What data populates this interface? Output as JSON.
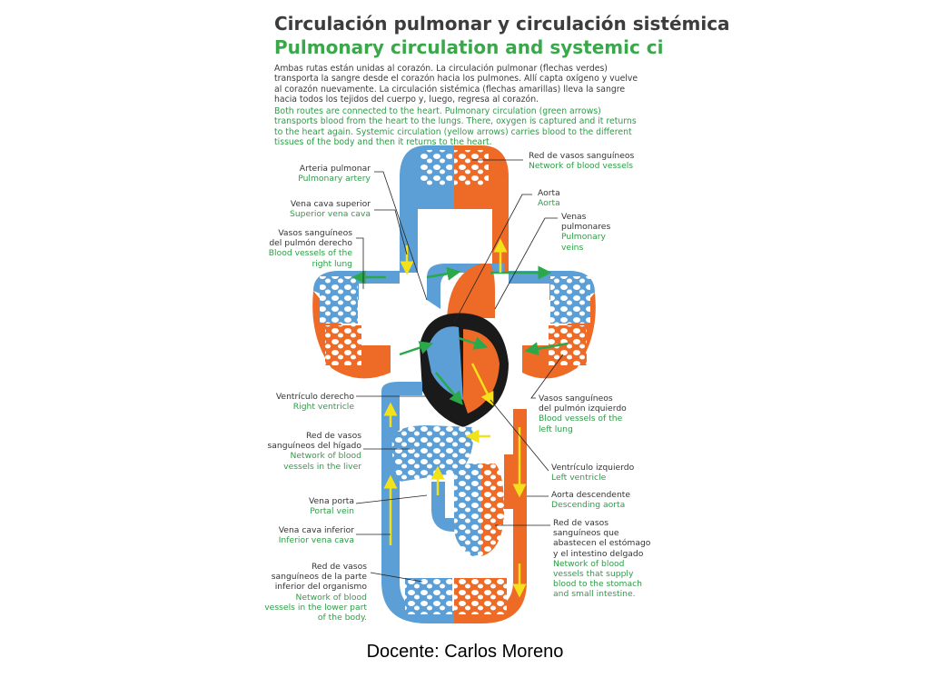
{
  "title_es": "Circulación pulmonar y circulación sistémica",
  "title_en": "Pulmonary circulation and systemic circulation",
  "intro_es": "Ambas rutas están unidas al corazón. La circulación pulmonar (flechas verdes) transporta la sangre desde el corazón hacia los pulmones. Allí capta oxígeno y vuelve al corazón nuevamente. La circulación sistémica (flechas amarillas) lleva la sangre hacia todos los tejidos del cuerpo y, luego, regresa al corazón.",
  "intro_en": "Both routes are connected to the heart. Pulmonary circulation (green arrows) transports blood from the heart to the lungs. There, oxygen is captured and it returns to the heart again. Systemic circulation (yellow arrows) carries blood to the different tissues of the body and then it returns to the heart.",
  "labels": {
    "pulmonary_artery": {
      "es": "Arteria pulmonar",
      "en": "Pulmonary artery"
    },
    "superior_vena_cava": {
      "es": "Vena cava superior",
      "en": "Superior vena cava"
    },
    "right_lung_vessels": {
      "es": "Vasos sanguíneos\ndel pulmón derecho",
      "en": "Blood vessels of the\nright lung"
    },
    "right_ventricle": {
      "es": "Ventrículo derecho",
      "en": "Right ventricle"
    },
    "liver_network": {
      "es": "Red de vasos\nsanguíneos del hígado",
      "en": "Network of blood\nvessels in the liver"
    },
    "portal_vein": {
      "es": "Vena porta",
      "en": "Portal vein"
    },
    "inferior_vena_cava": {
      "es": "Vena cava inferior",
      "en": "Inferior vena cava"
    },
    "lower_body_network": {
      "es": "Red de vasos\nsanguíneos de la parte\ninferior del organismo",
      "en": "Network of blood\nvessels in the lower part\nof the body."
    },
    "top_network": {
      "es": "Red de vasos sanguíneos",
      "en": "Network of blood vessels"
    },
    "aorta": {
      "es": "Aorta",
      "en": "Aorta"
    },
    "pulmonary_veins": {
      "es": "Venas\npulmonares",
      "en": "Pulmonary\nveins"
    },
    "left_lung_vessels": {
      "es": "Vasos sanguíneos\ndel pulmón izquierdo",
      "en": "Blood vessels of the\nleft lung"
    },
    "left_ventricle": {
      "es": "Ventrículo izquierdo",
      "en": "Left ventricle"
    },
    "descending_aorta": {
      "es": "Aorta descendente",
      "en": "Descending aorta"
    },
    "stomach_network": {
      "es": "Red de vasos\nsanguíneos que\nabastecen el estómago\ny el intestino delgado",
      "en": "Network of blood\nvessels that supply\nblood to the stomach\nand small intestine."
    }
  },
  "footer": "Docente: Carlos Moreno",
  "colors": {
    "deoxygenated": "#5b9fd6",
    "oxygenated": "#ee6a27",
    "pulmonary_arrow": "#2aa84a",
    "systemic_arrow": "#f3e21a",
    "heart": "#1a1a1a",
    "label_es": "#333333",
    "label_en": "#2e9d47"
  }
}
